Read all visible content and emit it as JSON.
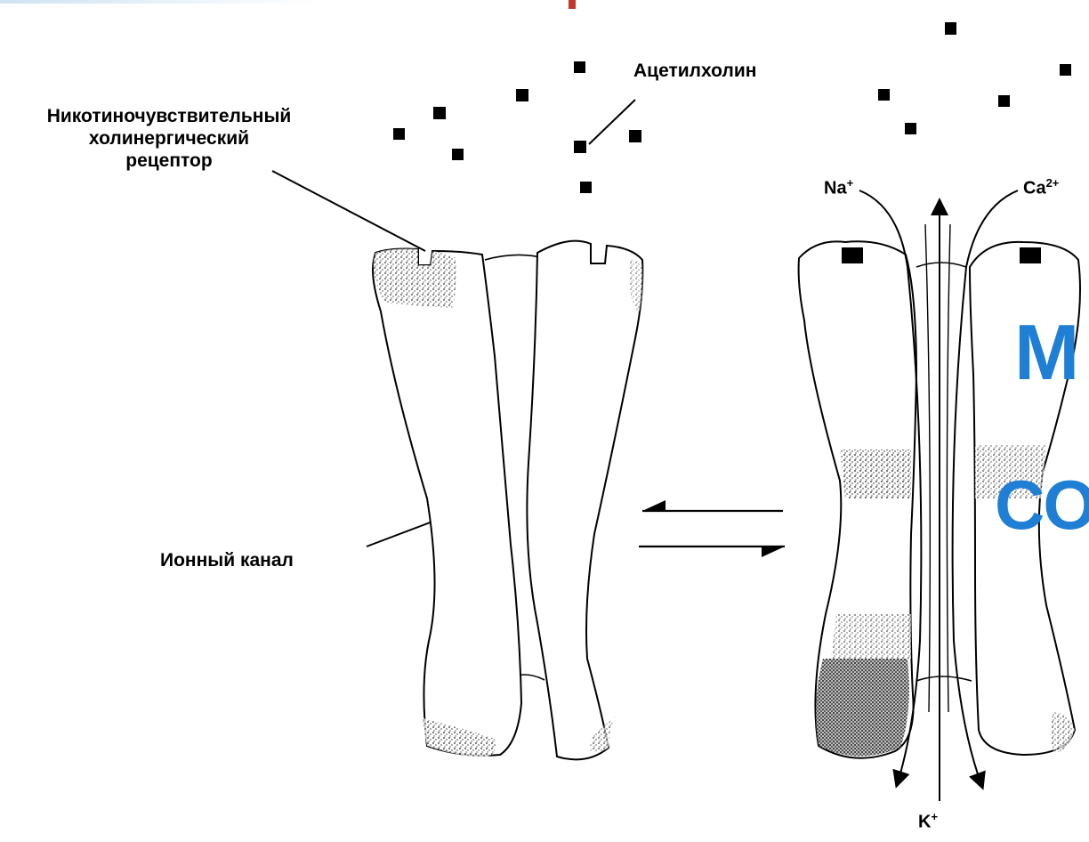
{
  "labels": {
    "receptor_line1": "Никотиночувствительный",
    "receptor_line2": "холинергический",
    "receptor_line3": "рецептор",
    "acetylcholine": "Ацетилхолин",
    "ion_channel": "Ионный канал",
    "na": "Na",
    "na_charge": "+",
    "ca": "Ca",
    "ca_charge": "2+",
    "k": "K",
    "k_charge": "+",
    "overlay_1": "М",
    "overlay_2": "СО"
  },
  "colors": {
    "line": "#000000",
    "overlay_text": "#1f7fd4",
    "top_mark": "#c0392b",
    "shading": "#9a9a9a"
  }
}
